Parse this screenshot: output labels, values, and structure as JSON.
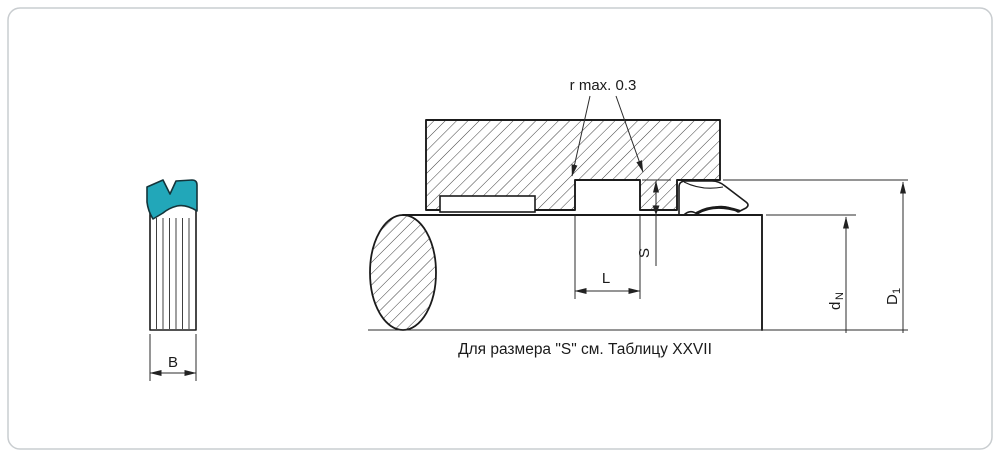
{
  "labels": {
    "r_max": "r max. 0.3",
    "L": "L",
    "S": "S",
    "B": "B",
    "dN_main": "d",
    "dN_sub": "N",
    "D1_main": "D",
    "D1_sub": "1"
  },
  "note": "Для размера \"S\" см. Таблицу XXVII",
  "colors": {
    "seal_lip": "#22a7b9",
    "line": "#1b1b1b",
    "frame": "#c9cdd0"
  }
}
